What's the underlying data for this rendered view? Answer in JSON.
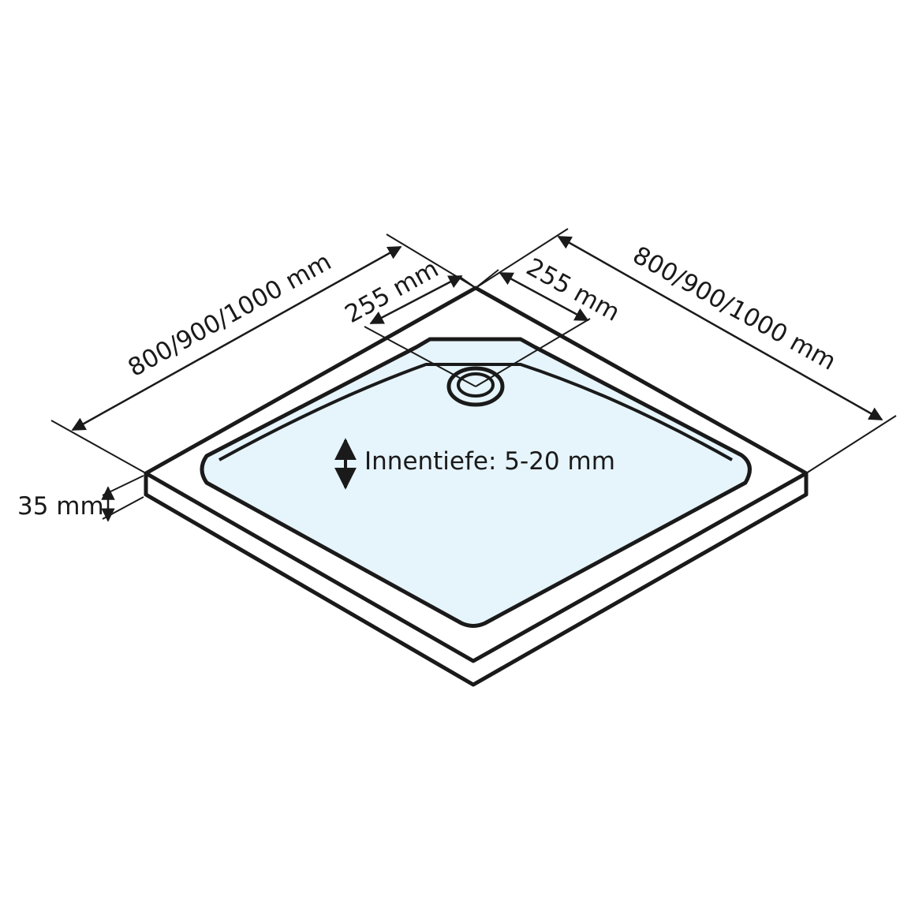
{
  "dimensions": {
    "width_left": "800/900/1000 mm",
    "width_right": "800/900/1000 mm",
    "drain_offset_left": "255 mm",
    "drain_offset_right": "255 mm",
    "height": "35 mm",
    "inner_depth": "Innentiefe: 5-20 mm"
  },
  "colors": {
    "line": "#1a1a1a",
    "basin_fill": "#e6f4fb"
  }
}
